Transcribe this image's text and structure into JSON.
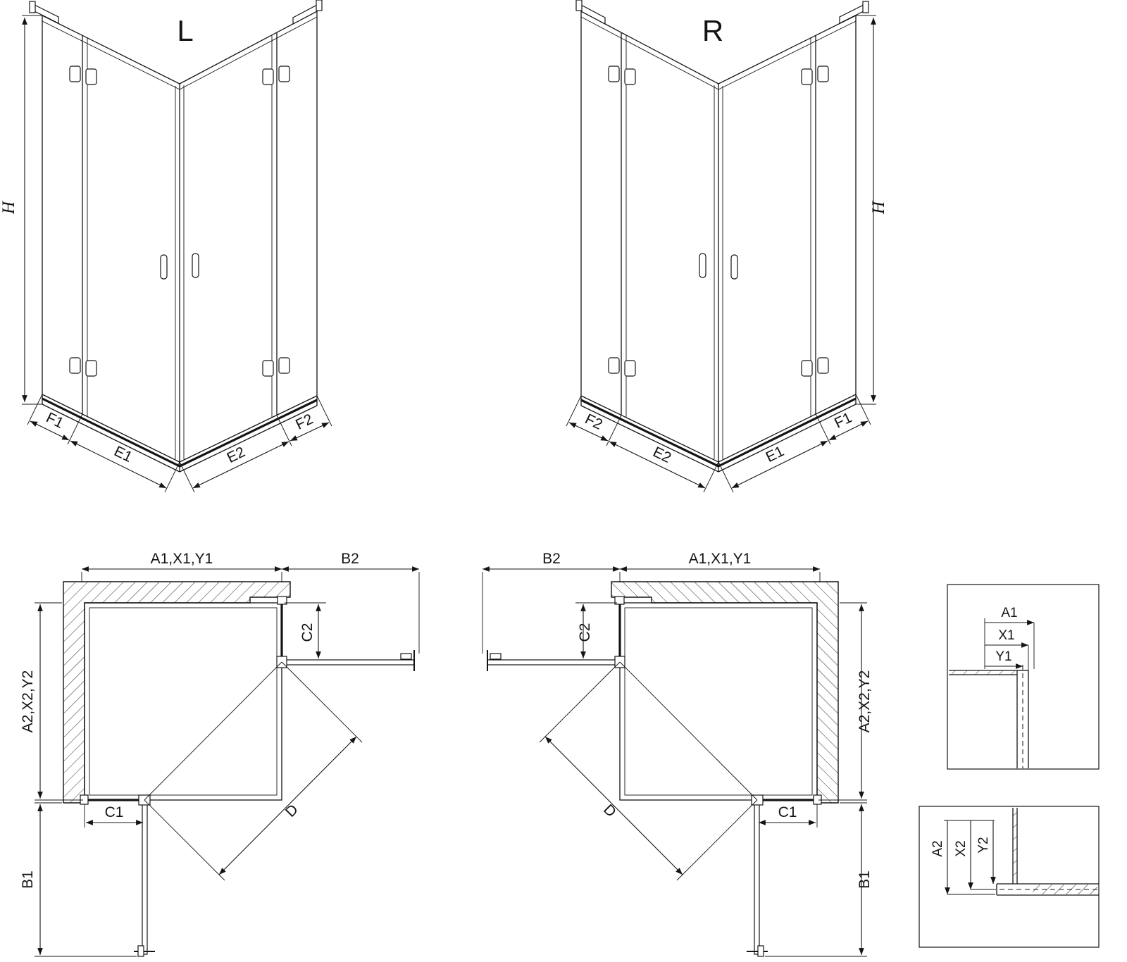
{
  "iso_left": {
    "variant_label": "L",
    "height_label": "H",
    "bottom_labels": {
      "f1": "F1",
      "e1": "E1",
      "e2": "E2",
      "f2": "F2"
    }
  },
  "iso_right": {
    "variant_label": "R",
    "height_label": "H",
    "bottom_labels": {
      "f1": "F1",
      "e1": "E1",
      "e2": "E2",
      "f2": "F2"
    }
  },
  "plan_left": {
    "top_width_label": "A1,X1,Y1",
    "outer_door_width_label": "B2",
    "side_height_label": "A2,X2,Y2",
    "fixed_panel_top_label": "C2",
    "fixed_panel_bottom_label": "C1",
    "outer_door_height_label": "B1",
    "entry_diagonal_label": "D"
  },
  "plan_right": {
    "top_width_label": "A1,X1,Y1",
    "outer_door_width_label": "B2",
    "side_height_label": "A2,X2,Y2",
    "fixed_panel_top_label": "C2",
    "fixed_panel_bottom_label": "C1",
    "outer_door_height_label": "B1",
    "entry_diagonal_label": "D"
  },
  "detail_top_profile": {
    "labels": {
      "a1": "A1",
      "x1": "X1",
      "y1": "Y1"
    }
  },
  "detail_bottom_profile": {
    "labels": {
      "a2": "A2",
      "x2": "X2",
      "y2": "Y2"
    }
  }
}
